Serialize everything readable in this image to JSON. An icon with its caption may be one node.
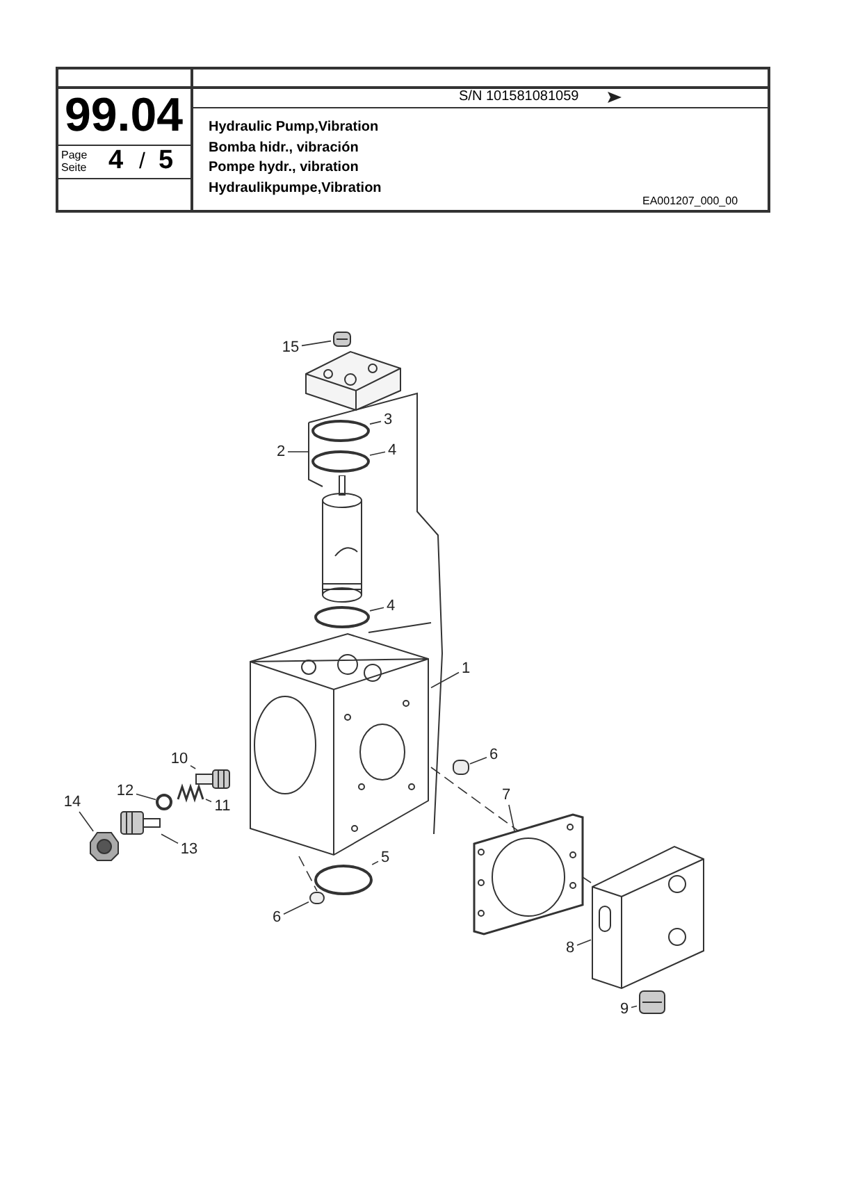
{
  "diagram": {
    "nodes": [
      {
        "text": [
          "15"
        ]
      },
      {
        "text": [
          "3"
        ]
      },
      {
        "text": [
          "2"
        ]
      },
      {
        "text": [
          "4"
        ]
      },
      {
        "text": [
          "4"
        ]
      },
      {
        "text": [
          "1"
        ]
      },
      {
        "text": [
          "6"
        ]
      },
      {
        "text": [
          "10"
        ]
      },
      {
        "text": [
          "12"
        ]
      },
      {
        "text": [
          "11"
        ]
      },
      {
        "text": [
          "14"
        ]
      },
      {
        "text": [
          "13"
        ]
      },
      {
        "text": [
          "5"
        ]
      },
      {
        "text": [
          "7"
        ]
      },
      {
        "text": [
          "6"
        ]
      },
      {
        "text": [
          "8"
        ]
      },
      {
        "text": [
          "9"
        ]
      },
      {
        "text": [],
        "shape": "picture"
      },
      {
        "text": [],
        "shape": "circle"
      },
      {
        "text": [],
        "shape": "circle"
      },
      {
        "text": [],
        "shape": "circle"
      },
      {
        "text": [],
        "shape": "picture"
      },
      {
        "text": [],
        "shape": "box"
      },
      {
        "text": [],
        "shape": "picture"
      },
      {
        "text": [],
        "shape": "circle"
      },
      {
        "text": [],
        "shape": "picture"
      },
      {
        "text": [],
        "shape": "picture"
      },
      {
        "text": [],
        "shape": "picture"
      },
      {
        "text": [],
        "shape": "circle"
      },
      {
        "text": [],
        "shape": "picture"
      },
      {
        "text": [],
        "shape": "box"
      },
      {
        "text": [],
        "shape": "picture"
      },
      {
        "text": [],
        "shape": "picture"
      }
    ],
    "edges": [
      {
        "from": 0,
        "to": 17,
        "arrow": "none"
      },
      {
        "from": 1,
        "to": 18,
        "arrow": "none"
      },
      {
        "from": 2,
        "to": null,
        "arrow": "none"
      },
      {
        "from": 3,
        "to": 19,
        "arrow": "none"
      },
      {
        "from": 4,
        "to": 20,
        "arrow": "none"
      },
      {
        "from": 5,
        "to": 21,
        "arrow": "none"
      },
      {
        "from": 6,
        "to": 22,
        "arrow": "none"
      },
      {
        "from": 7,
        "to": 23,
        "arrow": "none"
      },
      {
        "from": 8,
        "to": 24,
        "arrow": "none"
      },
      {
        "from": 9,
        "to": 25,
        "arrow": "none"
      },
      {
        "from": 10,
        "to": 26,
        "arrow": "none"
      },
      {
        "from": 11,
        "to": 27,
        "arrow": "none"
      },
      {
        "from": 12,
        "to": 28,
        "arrow": "none"
      },
      {
        "from": 13,
        "to": 29,
        "arrow": "none"
      },
      {
        "from": 14,
        "to": 30,
        "arrow": "none"
      },
      {
        "from": 15,
        "to": 31,
        "arrow": "none"
      },
      {
        "from": 16,
        "to": 32,
        "arrow": "none"
      },
      {
        "from": 21,
        "to": 29,
        "arrow": "none",
        "style": "dashed"
      },
      {
        "from": 21,
        "to": 30,
        "arrow": "none",
        "style": "dashed"
      },
      {
        "from": 29,
        "to": 31,
        "arrow": "none",
        "style": "dashed"
      }
    ],
    "labels": [
      "99.04",
      "Page",
      "Seite",
      "4",
      "/",
      "5",
      "S/N 101581081059",
      "Hydraulic Pump,Vibration",
      "Bomba hidr., vibración",
      "Pompe hydr., vibration",
      "Hydraulikpumpe,Vibration",
      "EA001207_000_00"
    ]
  }
}
